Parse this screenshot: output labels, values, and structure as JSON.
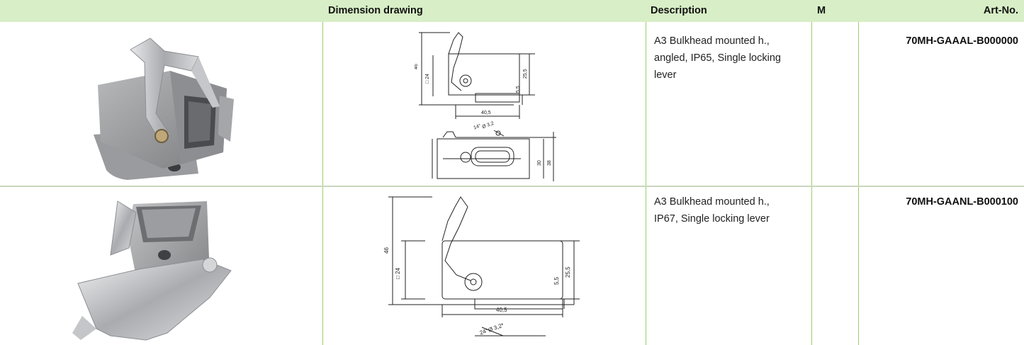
{
  "table": {
    "headers": {
      "image": "",
      "dimension_drawing": "Dimension drawing",
      "description": "Description",
      "m": "M",
      "art_no": "Art-No."
    },
    "rows": [
      {
        "description": "A3 Bulkhead mounted h., angled, IP65, Single locking lever",
        "description_lines": [
          "A3 Bulkhead mounted h.,",
          "angled, IP65, Single locking",
          "lever"
        ],
        "m": "",
        "art_no": "70MH-GAAAL-B000000",
        "drawing_labels": {
          "h_total": "46",
          "square": "□ 24",
          "h1": "25,5",
          "h2": "5,5",
          "width": "40,5",
          "angle_dim": "Ø 3,2",
          "angle_deg": "14°",
          "w1": "30",
          "w2": "38"
        }
      },
      {
        "description": "A3 Bulkhead mounted h., IP67, Single locking lever",
        "description_lines": [
          "A3 Bulkhead mounted h.,",
          "IP67, Single locking lever"
        ],
        "m": "",
        "art_no": "70MH-GAANL-B000100",
        "drawing_labels": {
          "h_total": "46",
          "square": "□ 24",
          "h1": "25,5",
          "h2": "5,5",
          "width": "40,5",
          "angle_dim": "Ø 3,2*",
          "angle_deg": "24°"
        }
      }
    ]
  },
  "colors": {
    "header_bg": "#d7eec6",
    "column_rule": "#9bcf6b",
    "row_separator": "#c9d6bd"
  }
}
